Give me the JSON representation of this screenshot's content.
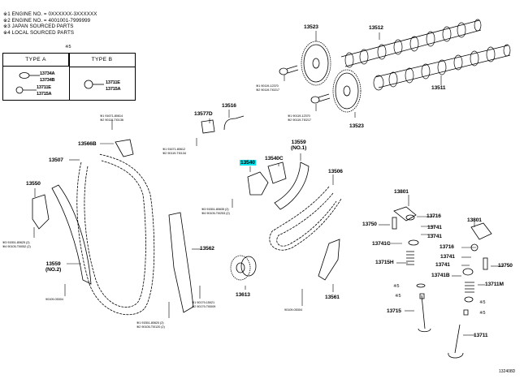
{
  "notes": [
    {
      "mark": "※1",
      "text": "ENGINE NO. = 0XXXXXX-3XXXXXX"
    },
    {
      "mark": "※2",
      "text": "ENGINE NO. = 4001001-7999999"
    },
    {
      "mark": "※3",
      "text": "JAPAN SOURCED PARTS"
    },
    {
      "mark": "※4",
      "text": "LOCAL SOURCED PARTS"
    }
  ],
  "legend": {
    "marker": "※5",
    "type_a": {
      "title": "TYPE A",
      "parts": [
        "13734A",
        "13734B",
        "13711E",
        "13715A"
      ]
    },
    "type_b": {
      "title": "TYPE B",
      "parts": [
        "13711E",
        "13715A"
      ]
    }
  },
  "parts": {
    "p13523_top": "13523",
    "p13512": "13512",
    "p13511": "13511",
    "p13523_bottom": "13523",
    "p13577D": "13577D",
    "p13516": "13516",
    "p13566B": "13566B",
    "p13507": "13507",
    "p13550": "13550",
    "p13540": "13540",
    "p13540C": "13540C",
    "p13559_no1": "13559",
    "p13559_no1_sub": "(NO.1)",
    "p13506": "13506",
    "p13559_no2": "13559",
    "p13559_no2_sub": "(NO.2)",
    "p13562": "13562",
    "p13613": "13613",
    "p13561": "13561",
    "p13801_left": "13801",
    "p13801_right": "13801",
    "p13750_left": "13750",
    "p13750_right": "13750",
    "p13716_left": "13716",
    "p13716_right": "13716",
    "p13741_a": "13741",
    "p13741_b": "13741",
    "p13741_c": "13741",
    "p13741_d": "13741",
    "p13741C": "13741C",
    "p13741B": "13741B",
    "p13715H": "13715H",
    "p13711M": "13711M",
    "p13715": "13715",
    "p13711": "13711",
    "m5_a": "※5",
    "m5_b": "※5",
    "m5_c": "※5",
    "m5_d": "※5"
  },
  "fasteners": {
    "cam_bolt_1": [
      "※1 90119-12370",
      "※2 90119-TI0217"
    ],
    "cam_bolt_2": [
      "※1 90119-12370",
      "※2 90119-TI0217"
    ],
    "guide_bolt_top": [
      "※1 91671-80614",
      "※2 90119-TI0136"
    ],
    "bracket_bolt": [
      "※1 91671-80612",
      "※2 90119-TI0134"
    ],
    "tensioner_bolt": [
      "※3 91551-80635 (2)",
      "※4 90105-TI0253 (2)"
    ],
    "slipper_bolt": [
      "※3 91551-80625 (2)",
      "※4 90105-TI0052 (2)"
    ],
    "guide_no2_bolt": "90109-05304",
    "sprocket_nut": [
      "※1 90179-15021",
      "※2 90179-TI0009"
    ],
    "guide_bolt_bottom": [
      "※1 91551-80620 (2)",
      "※2 90105-TI0120 (2)"
    ],
    "guide_no1_bolt": "90109-05304"
  },
  "figure_code": "132408D",
  "highlight_color": "#00e5ee"
}
